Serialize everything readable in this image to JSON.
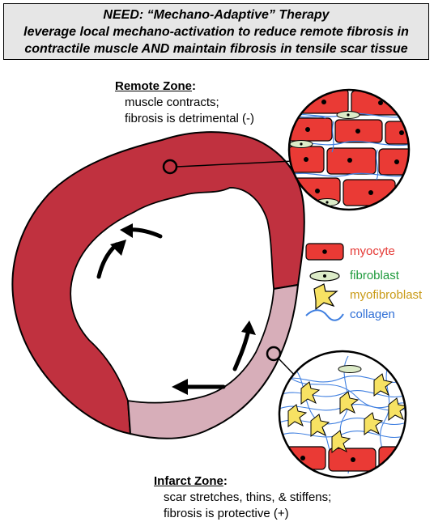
{
  "header": {
    "line1": "NEED: “Mechano-Adaptive” Therapy",
    "line2": "leverage local mechano-activation to reduce remote fibrosis in",
    "line3": "contractile muscle AND maintain fibrosis in tensile scar tissue"
  },
  "remote_zone": {
    "title": "Remote Zone",
    "title_suffix": ":",
    "line1": "muscle contracts;",
    "line2": "fibrosis is detrimental (-)"
  },
  "infarct_zone": {
    "title": "Infarct Zone",
    "title_suffix": ":",
    "line1": "scar stretches, thins, & stiffens;",
    "line2": "fibrosis is protective (+)"
  },
  "legend": [
    {
      "label": "myocyte",
      "color": "#e53935"
    },
    {
      "label": "fibroblast",
      "color": "#1e9a3c"
    },
    {
      "label": "myofibroblast",
      "color": "#c99a16"
    },
    {
      "label": "collagen",
      "color": "#2f6fd6"
    }
  ],
  "colors": {
    "myocardium": "#c0313f",
    "infarct": "#d7aeb9",
    "myocyte_fill": "#ea3a35",
    "fibroblast_fill": "#dcebc8",
    "myofibroblast_fill": "#f7e263",
    "collagen": "#3f7fe0",
    "header_bg": "#e6e6e6"
  }
}
